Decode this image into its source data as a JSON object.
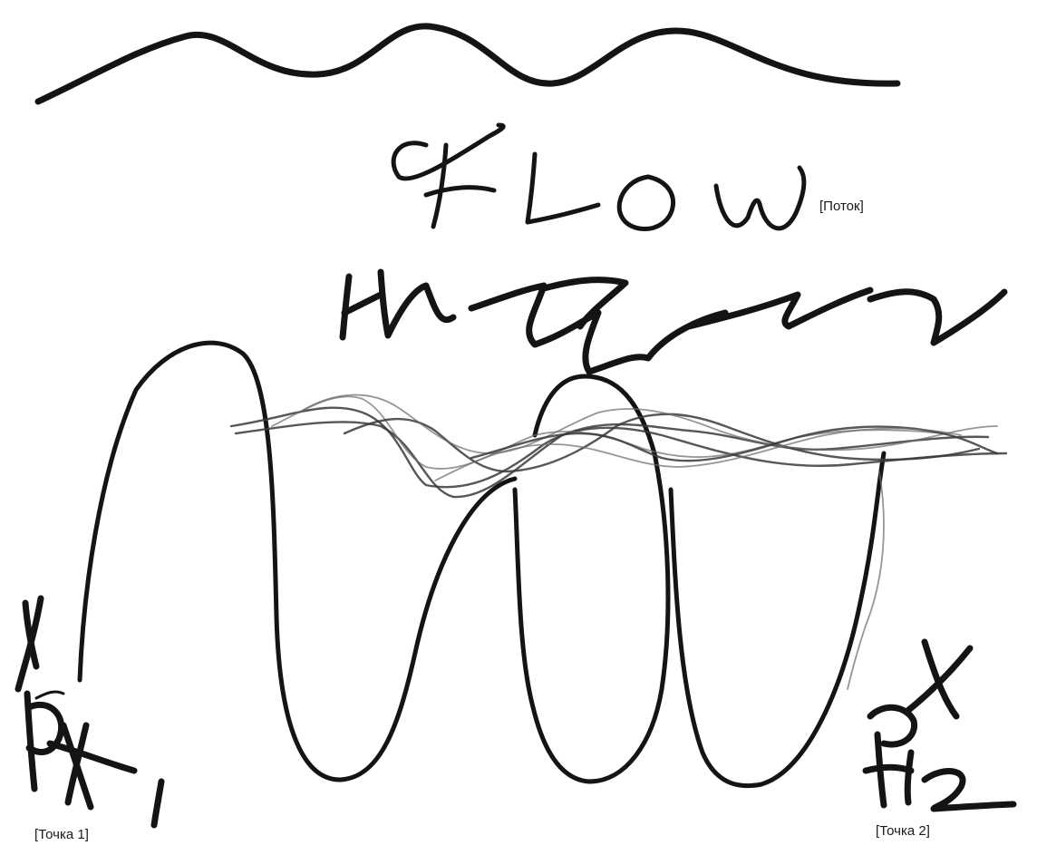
{
  "captions": {
    "flow_translation": "[Поток]",
    "point_1": "[Точка 1]",
    "point_2": "[Точка 2]"
  },
  "handwriting": {
    "title_word": "FLOW",
    "point_1_mark": "P1",
    "point_2_mark": "P2"
  },
  "colors": {
    "background": "#ffffff",
    "ink": "#141414",
    "pencil": "#3a3a3a"
  }
}
